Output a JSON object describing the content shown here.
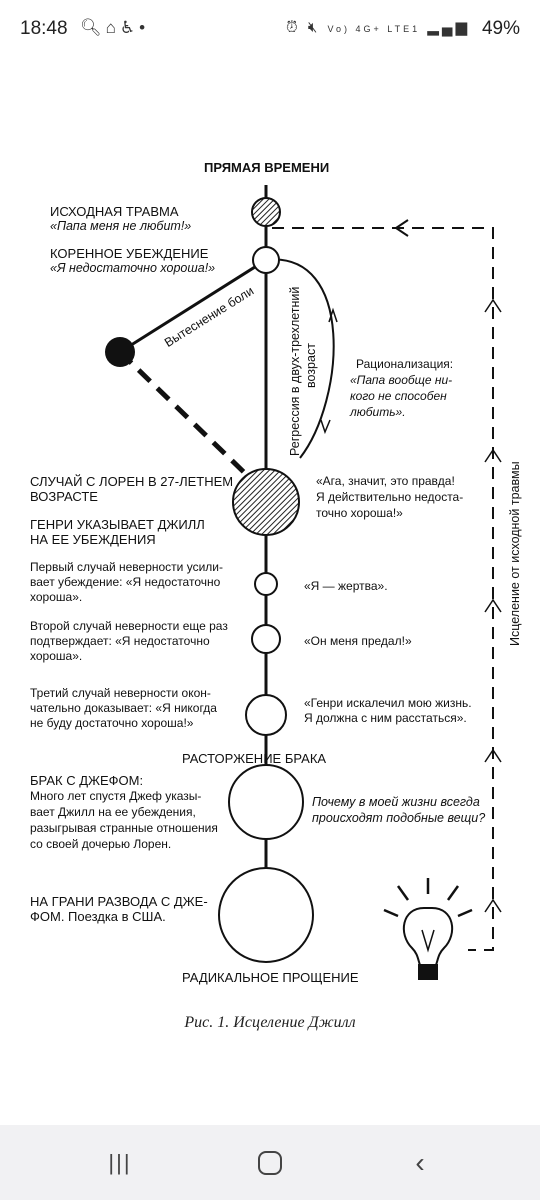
{
  "status": {
    "time": "18:48",
    "left_icons": [
      "search-icon",
      "home-cloud-icon",
      "accessibility-icon",
      "dot-icon"
    ],
    "right_text": "Vo) 4G+ LTE1",
    "battery": "49%"
  },
  "diagram": {
    "title": "ПРЯМАЯ ВРЕМЕНИ",
    "original_trauma_title": "ИСХОДНАЯ ТРАВМА",
    "original_trauma_quote": "«Папа меня не любит!»",
    "core_belief_title": "КОРЕННОЕ УБЕЖДЕНИЕ",
    "core_belief_quote": "«Я недостаточно хороша!»",
    "repression_label": "Вытеснение боли",
    "regression_line1": "Регрессия в двух-трехлетний",
    "regression_line2": "возраст",
    "rationalization": [
      "Рационализация:",
      "«Папа вообще ни-",
      "кого не способен",
      "любить»."
    ],
    "healing_label": "Исцеление от исходной травмы",
    "lauren_event": [
      "СЛУЧАЙ С ЛОРЕН В 27-ЛЕТНЕМ",
      "ВОЗРАСТЕ"
    ],
    "henry_points": [
      "ГЕНРИ УКАЗЫВАЕТ ДЖИЛЛ",
      "НА ЕЕ УБЕЖДЕНИЯ"
    ],
    "aha_quote": [
      "«Ага, значит, это правда!",
      "Я действительно недоста-",
      "точно хороша!»"
    ],
    "infidelity1": [
      "Первый случай неверности усили-",
      "вает убеждение: «Я недостаточно",
      "хороша»."
    ],
    "victim_quote": "«Я — жертва».",
    "infidelity2": [
      "Второй случай неверности еще раз",
      "подтверждает: «Я недостаточно",
      "хороша»."
    ],
    "betrayed_quote": "«Он меня предал!»",
    "infidelity3": [
      "Третий случай неверности окон-",
      "чательно доказывает: «Я никогда",
      "не буду достаточно хороша!»"
    ],
    "ruined_quote": [
      "«Генри искалечил мою жизнь.",
      "Я должна с ним расстаться»."
    ],
    "divorce": "РАСТОРЖЕНИЕ БРАКА",
    "jeff_marriage": [
      "БРАК С ДЖЕФОМ:",
      "Много лет спустя Джеф указы-",
      "вает Джилл на ее убеждения,",
      "разыгрывая странные отношения",
      "со своей дочерью Лорен."
    ],
    "why_quote": [
      "Почему в моей жизни всегда",
      "происходят подобные вещи?"
    ],
    "jeff_divorce": [
      "НА ГРАНИ РАЗВОДА С ДЖЕ-",
      "ФОМ. Поездка в США."
    ],
    "radical": "РАДИКАЛЬНОЕ ПРОЩЕНИЕ",
    "caption": "Рис. 1. Исцеление Джилл"
  },
  "nav": {
    "recents": "recents-icon",
    "home": "home-icon",
    "back": "back-icon"
  }
}
